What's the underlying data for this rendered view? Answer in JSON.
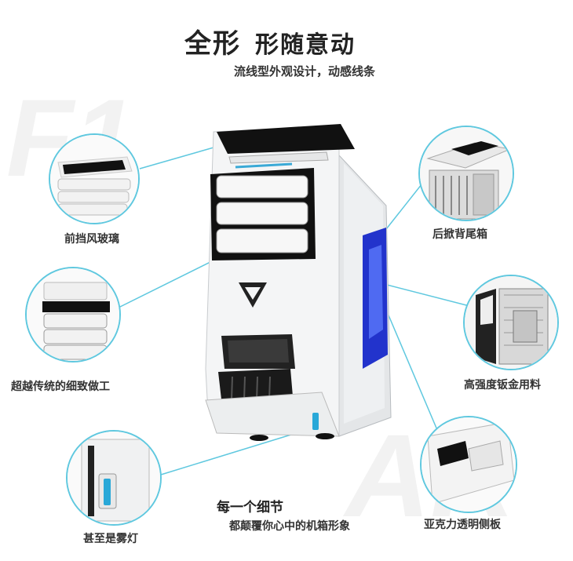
{
  "headline": {
    "title_part1": "全形",
    "title_part2": "形随意动",
    "subtitle": "流线型外观设计，动感线条"
  },
  "callouts": [
    {
      "id": "front-glass",
      "label": "前挡风玻璃",
      "icon": "front-panel-closeup"
    },
    {
      "id": "rear-tray",
      "label": "后掀背尾箱",
      "icon": "rear-tray-closeup"
    },
    {
      "id": "craft",
      "label": "超越传统的细致做工",
      "icon": "bay-covers-closeup"
    },
    {
      "id": "steel",
      "label": "高强度钣金用料",
      "icon": "steel-frame-closeup"
    },
    {
      "id": "fog-light",
      "label": "甚至是雾灯",
      "icon": "fog-light-closeup"
    },
    {
      "id": "acrylic",
      "label": "亚克力透明侧板",
      "icon": "acrylic-side-panel-closeup"
    }
  ],
  "detail": {
    "title": "每一个细节",
    "subtitle": "都颠覆你心中的机箱形象"
  },
  "watermarks": [
    "F1",
    "AR"
  ],
  "colors": {
    "accent": "#5fc8df",
    "case_white": "#f4f5f6",
    "case_black": "#111111",
    "window_blue": "#2233cc"
  }
}
